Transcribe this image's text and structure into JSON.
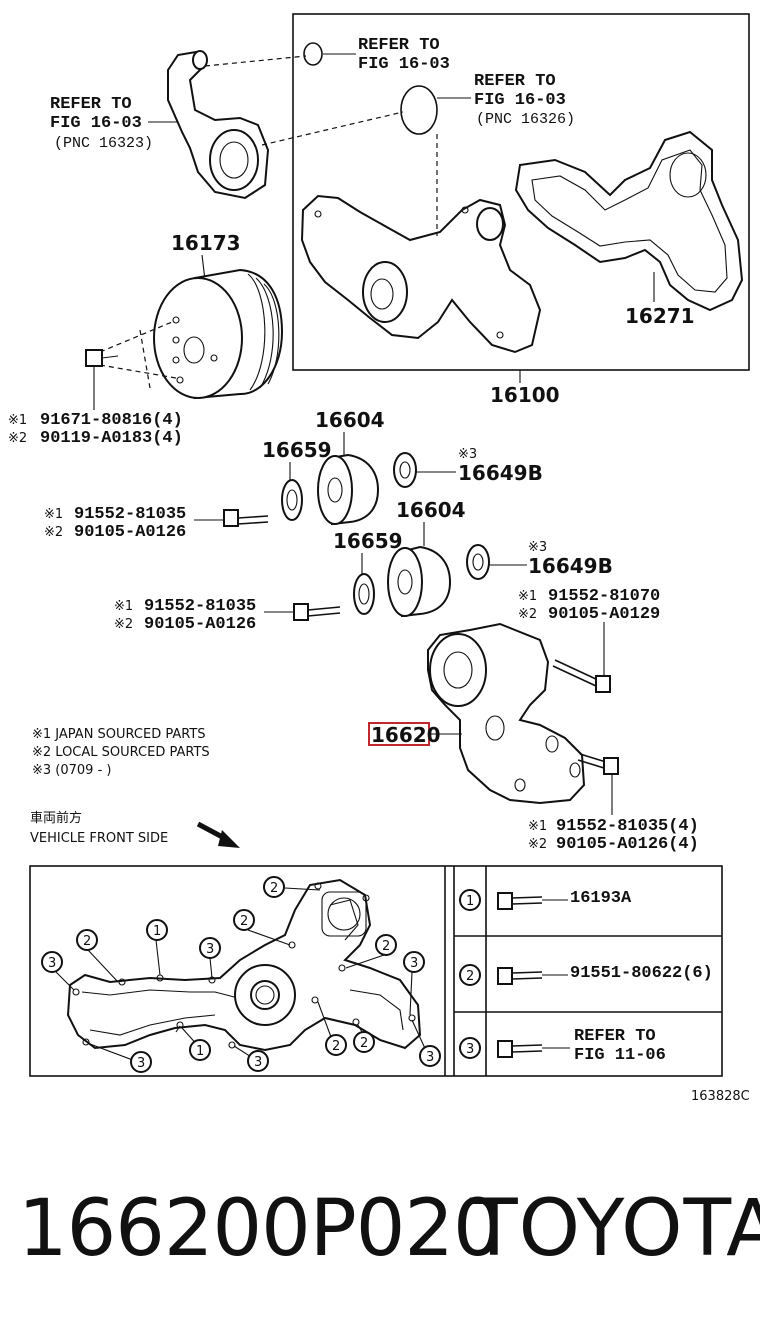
{
  "refer_a": {
    "l1": "REFER TO",
    "l2": "FIG 16-03"
  },
  "refer_b": {
    "l1": "REFER TO",
    "l2": "FIG 16-03",
    "l3": "(PNC 16326)"
  },
  "refer_c": {
    "l1": "REFER TO",
    "l2": "FIG 16-03",
    "l3": "(PNC 16323)"
  },
  "labels": {
    "p16173": "16173",
    "p16271": "16271",
    "p16100": "16100",
    "p16604a": "16604",
    "p16659a": "16659",
    "p16649a": "16649B",
    "p16604b": "16604",
    "p16659b": "16659",
    "p16649b": "16649B",
    "p16620": "16620"
  },
  "marks": {
    "m1": "※1",
    "m2": "※2",
    "m3": "※3"
  },
  "bolts": {
    "b1_1": "91671-80816(4)",
    "b1_2": "90119-A0183(4)",
    "b2_1": "91552-81035",
    "b2_2": "90105-A0126",
    "b3_1": "91552-81035",
    "b3_2": "90105-A0126",
    "b4_1": "91552-81070",
    "b4_2": "90105-A0129",
    "b5_1": "91552-81035(4)",
    "b5_2": "90105-A0126(4)"
  },
  "notes": {
    "n1": "※1 JAPAN SOURCED PARTS",
    "n2": "※2 LOCAL SOURCED PARTS",
    "n3": "※3 (0709 -   )"
  },
  "front": {
    "jp": "車両前方",
    "en": "VEHICLE FRONT SIDE"
  },
  "legend": {
    "r1_num": "1",
    "r1_text": "16193A",
    "r2_num": "2",
    "r2_text": "91551-80622(6)",
    "r3_num": "3",
    "r3_l1": "REFER TO",
    "r3_l2": "FIG 11-06"
  },
  "callouts": {
    "c1": "1",
    "c2": "2",
    "c3": "3"
  },
  "diagram_id": "163828C",
  "footer": {
    "part_number": "166200P020",
    "brand": "TOYOTA"
  },
  "highlight_color": "#c0282d"
}
